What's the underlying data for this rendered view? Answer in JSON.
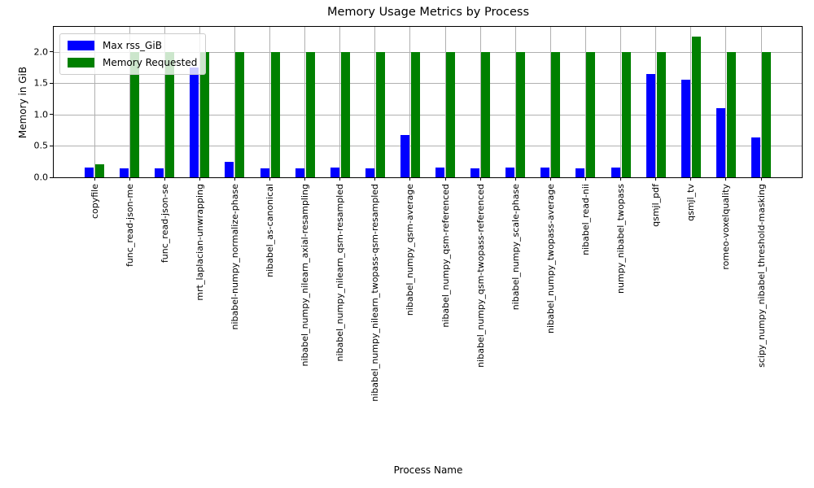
{
  "chart_data": {
    "type": "bar",
    "title": "Memory Usage Metrics by Process",
    "xlabel": "Process Name",
    "ylabel": "Memory in GiB",
    "categories": [
      "copyfile",
      "func_read-json-me",
      "func_read-json-se",
      "mrt_laplacian-unwrapping",
      "nibabel-numpy_normalize-phase",
      "nibabel_as-canonical",
      "nibabel_numpy_nilearn_axial-resampling",
      "nibabel_numpy_nilearn_qsm-resampled",
      "nibabel_numpy_nilearn_twopass-qsm-resampled",
      "nibabel_numpy_qsm-average",
      "nibabel_numpy_qsm-referenced",
      "nibabel_numpy_qsm-twopass-referenced",
      "nibabel_numpy_scale-phase",
      "nibabel_numpy_twopass-average",
      "nibabel_read-nii",
      "numpy_nibabel_twopass",
      "qsmjl_pdf",
      "qsmjl_tv",
      "romeo-voxelquality",
      "scipy_numpy_nibabel_threshold-masking"
    ],
    "series": [
      {
        "name": "Max rss_GiB",
        "color": "#0000ff",
        "values": [
          0.15,
          0.14,
          0.14,
          1.75,
          0.25,
          0.14,
          0.14,
          0.15,
          0.14,
          0.68,
          0.16,
          0.14,
          0.15,
          0.15,
          0.14,
          0.16,
          1.65,
          1.56,
          1.1,
          0.64
        ]
      },
      {
        "name": "Memory Requested",
        "color": "#008000",
        "values": [
          0.21,
          2.0,
          2.0,
          2.0,
          2.0,
          2.0,
          2.0,
          2.0,
          2.0,
          2.0,
          2.0,
          2.0,
          2.0,
          2.0,
          2.0,
          2.0,
          2.0,
          2.25,
          2.0,
          2.0
        ]
      }
    ],
    "yticks": [
      0.0,
      0.5,
      1.0,
      1.5,
      2.0
    ],
    "ylim": [
      0,
      2.4
    ],
    "grid": true,
    "x_tick_rotation": 90,
    "legend_position": "upper left",
    "colors": {
      "grid": "#b0b0b0",
      "spine": "#000000",
      "text": "#000000",
      "background": "#ffffff"
    }
  }
}
